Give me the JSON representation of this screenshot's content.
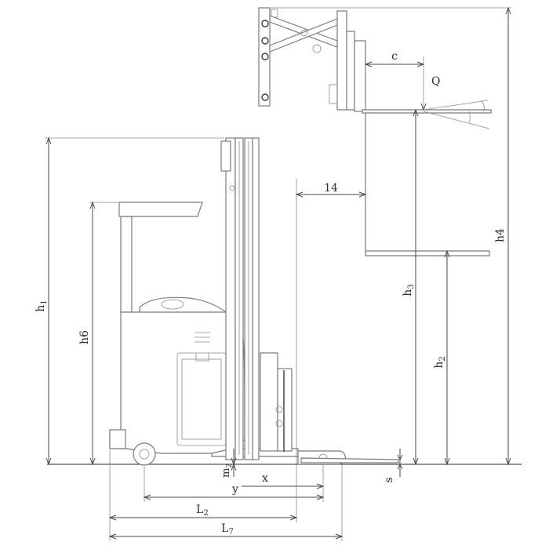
{
  "labels": {
    "h1_main": "h",
    "h1_sub": "1",
    "h6": "h6",
    "h3_main": "h",
    "h3_sub": "3",
    "h2_main": "h",
    "h2_sub": "2",
    "h4": "h4",
    "c": "c",
    "Q": "Q",
    "fourteen": "14",
    "m2_main": "m",
    "m2_sub": "2",
    "x": "x",
    "y": "y",
    "s": "s",
    "L2_main": "L",
    "L2_sub": "2",
    "L7_main": "L",
    "L7_sub": "7"
  }
}
